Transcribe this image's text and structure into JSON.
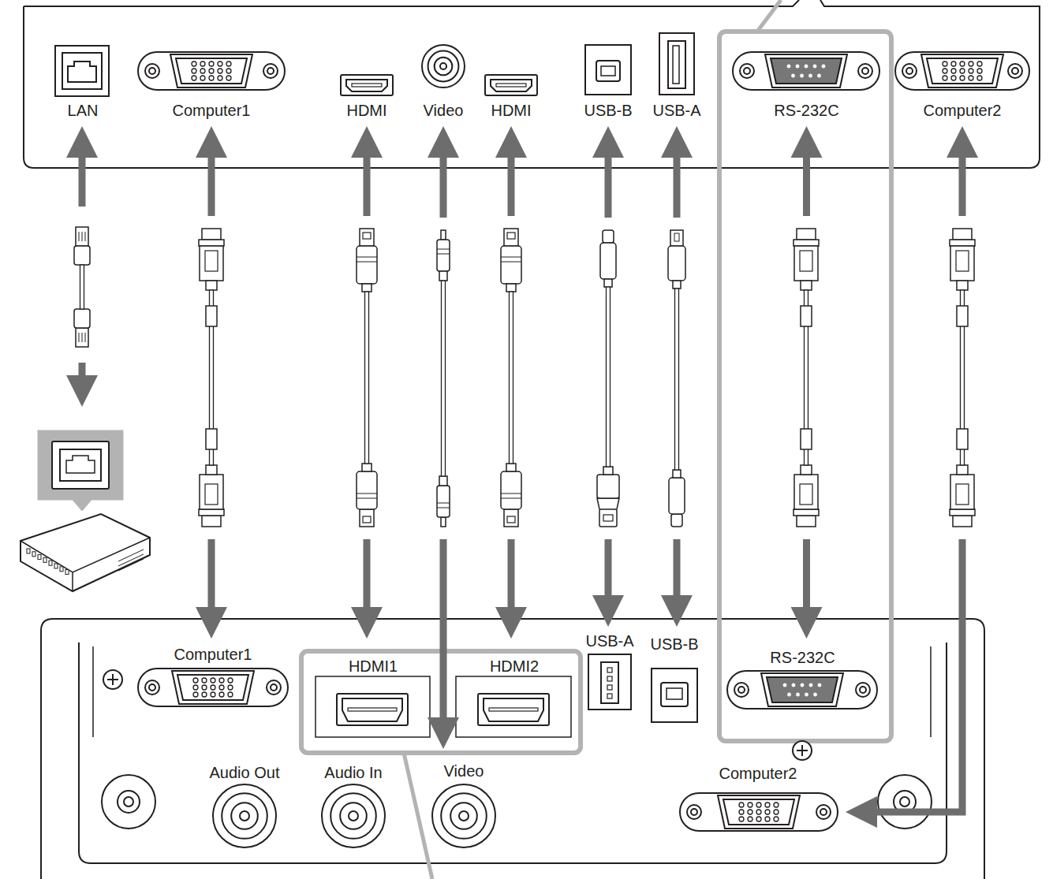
{
  "diagram": {
    "nodes": [
      {
        "text": [
          "LAN"
        ]
      },
      {
        "text": [
          "Computer1"
        ]
      },
      {
        "text": [
          "HDMI"
        ]
      },
      {
        "text": [
          "Video"
        ]
      },
      {
        "text": [
          "HDMI"
        ]
      },
      {
        "text": [
          "USB-B"
        ]
      },
      {
        "text": [
          "USB-A"
        ]
      },
      {
        "text": [
          "RS-232C"
        ]
      },
      {
        "text": [
          "Computer2"
        ]
      },
      {
        "text": [
          "Computer1"
        ]
      },
      {
        "text": [
          "HDMI1"
        ]
      },
      {
        "text": [
          "HDMI2"
        ]
      },
      {
        "text": [
          "USB-A"
        ]
      },
      {
        "text": [
          "USB-B"
        ]
      },
      {
        "text": [
          "RS-232C"
        ]
      },
      {
        "text": [
          "Audio Out"
        ]
      },
      {
        "text": [
          "Audio In"
        ]
      },
      {
        "text": [
          "Video"
        ]
      },
      {
        "text": [
          "Computer2"
        ]
      }
    ],
    "edges": [
      {
        "from": 1,
        "to": 9,
        "arrow": "both"
      },
      {
        "from": 2,
        "to": 10,
        "arrow": "both"
      },
      {
        "from": 3,
        "to": 17,
        "arrow": "both"
      },
      {
        "from": 4,
        "to": 11,
        "arrow": "both"
      },
      {
        "from": 5,
        "to": 12,
        "arrow": "both"
      },
      {
        "from": 6,
        "to": 13,
        "arrow": "both"
      },
      {
        "from": 7,
        "to": 14,
        "arrow": "both"
      },
      {
        "from": 8,
        "to": 18,
        "arrow": "both"
      }
    ]
  }
}
